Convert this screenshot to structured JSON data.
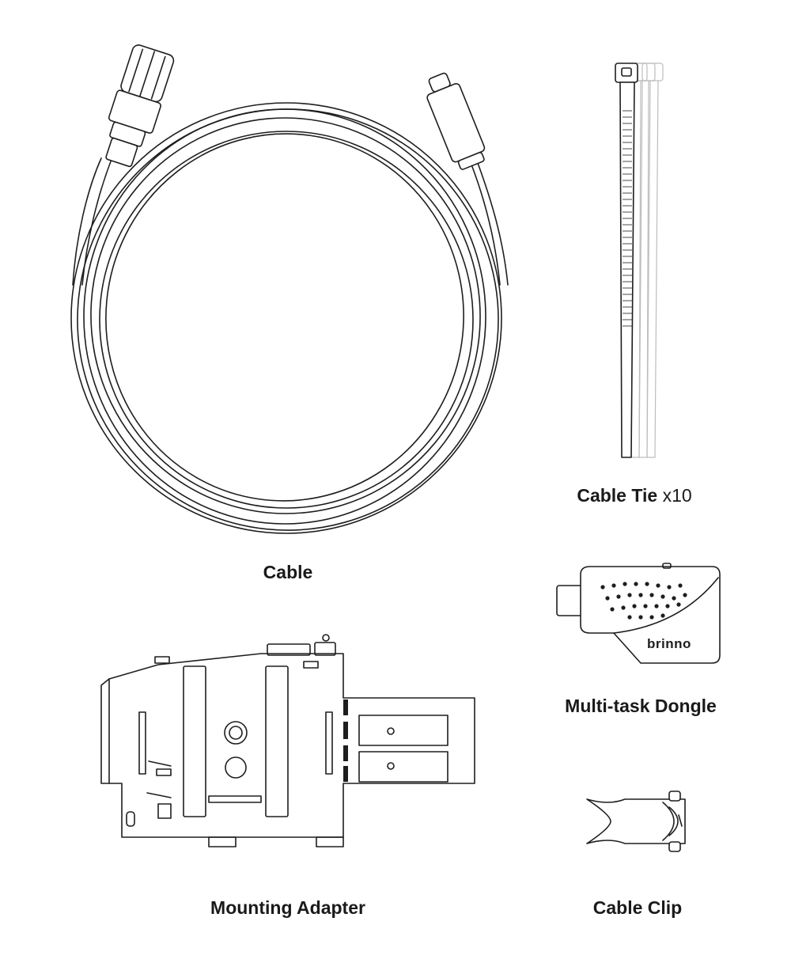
{
  "items": {
    "cable": {
      "label": "Cable"
    },
    "cable_tie": {
      "label": "Cable Tie",
      "qty": "x10"
    },
    "dongle": {
      "label": "Multi-task Dongle",
      "logo_text": "brinno"
    },
    "mounting_adapter": {
      "label": "Mounting Adapter"
    },
    "cable_clip": {
      "label": "Cable Clip"
    }
  },
  "colors": {
    "line": "#1e1e1e",
    "background": "#ffffff"
  }
}
